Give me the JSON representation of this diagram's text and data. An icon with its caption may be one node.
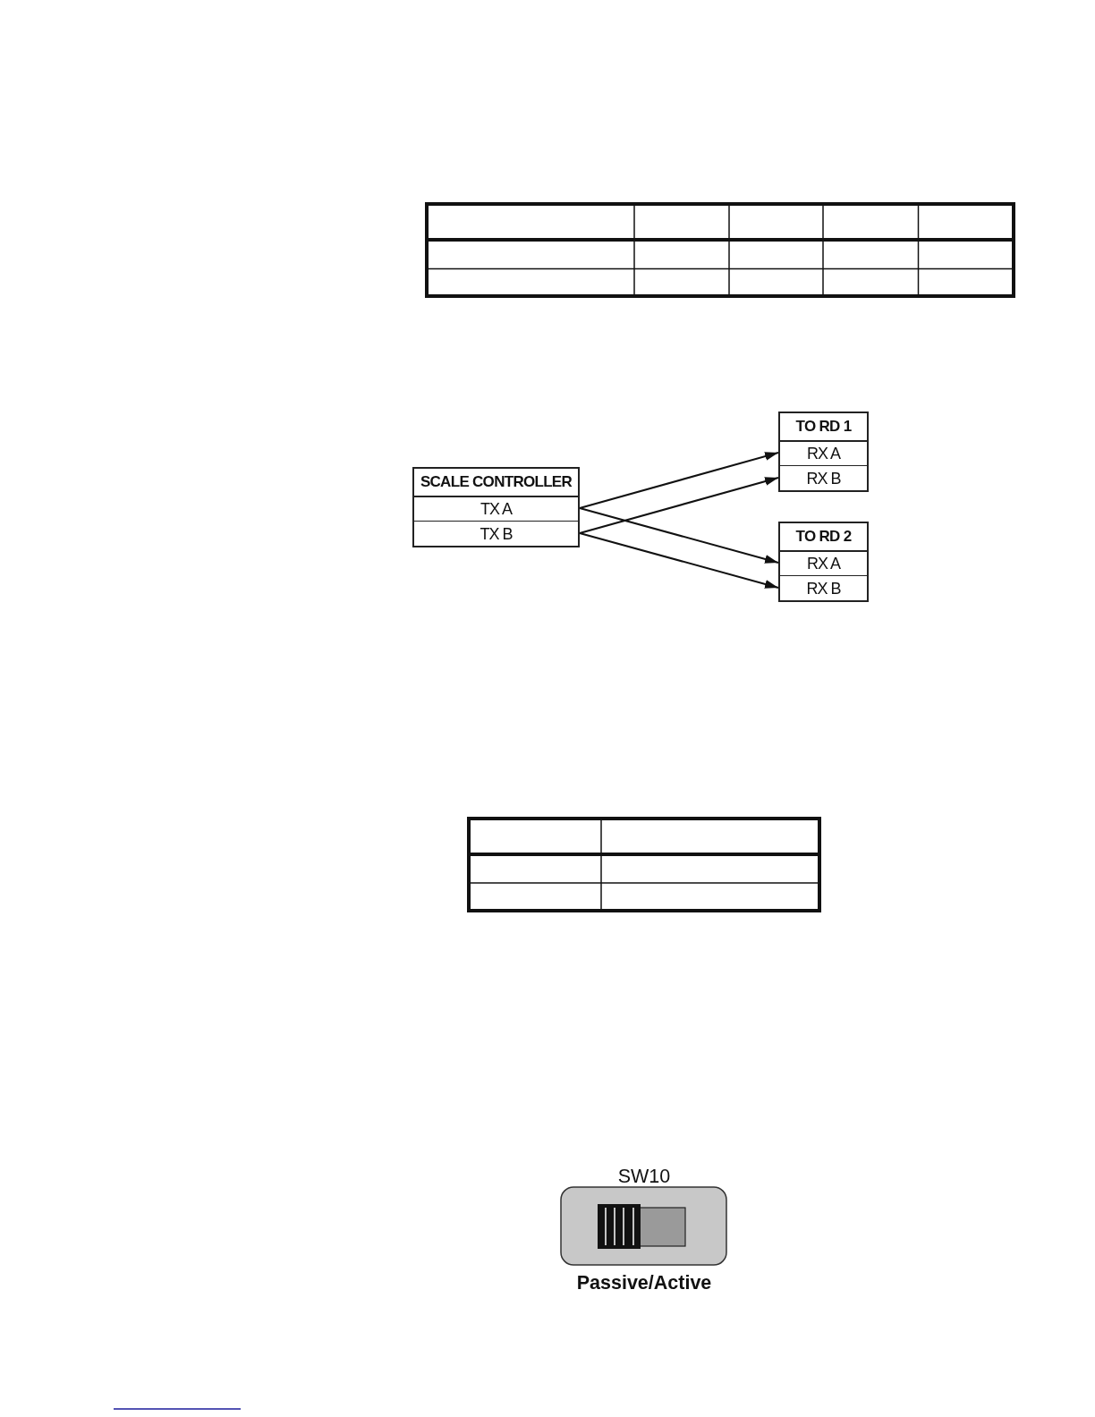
{
  "diagram": {
    "nodes": [
      {
        "text": [
          "SCALE CONTROLLER"
        ]
      },
      {
        "text": [
          "TX A"
        ],
        "in": 0
      },
      {
        "text": [
          "TX B"
        ],
        "in": 0
      },
      {
        "text": [
          "TO RD 1"
        ]
      },
      {
        "text": [
          "RX A"
        ],
        "in": 3
      },
      {
        "text": [
          "RX B"
        ],
        "in": 3
      },
      {
        "text": [
          "TO RD 2"
        ]
      },
      {
        "text": [
          "RX A"
        ],
        "in": 6
      },
      {
        "text": [
          "RX B"
        ],
        "in": 6
      }
    ],
    "edges": [
      {
        "from": 1,
        "to": 4,
        "arrow": "to"
      },
      {
        "from": 2,
        "to": 5,
        "arrow": "to"
      },
      {
        "from": 1,
        "to": 7,
        "arrow": "to"
      },
      {
        "from": 2,
        "to": 8,
        "arrow": "to"
      }
    ],
    "labels": [
      "SW10",
      "Passive/Active"
    ]
  }
}
